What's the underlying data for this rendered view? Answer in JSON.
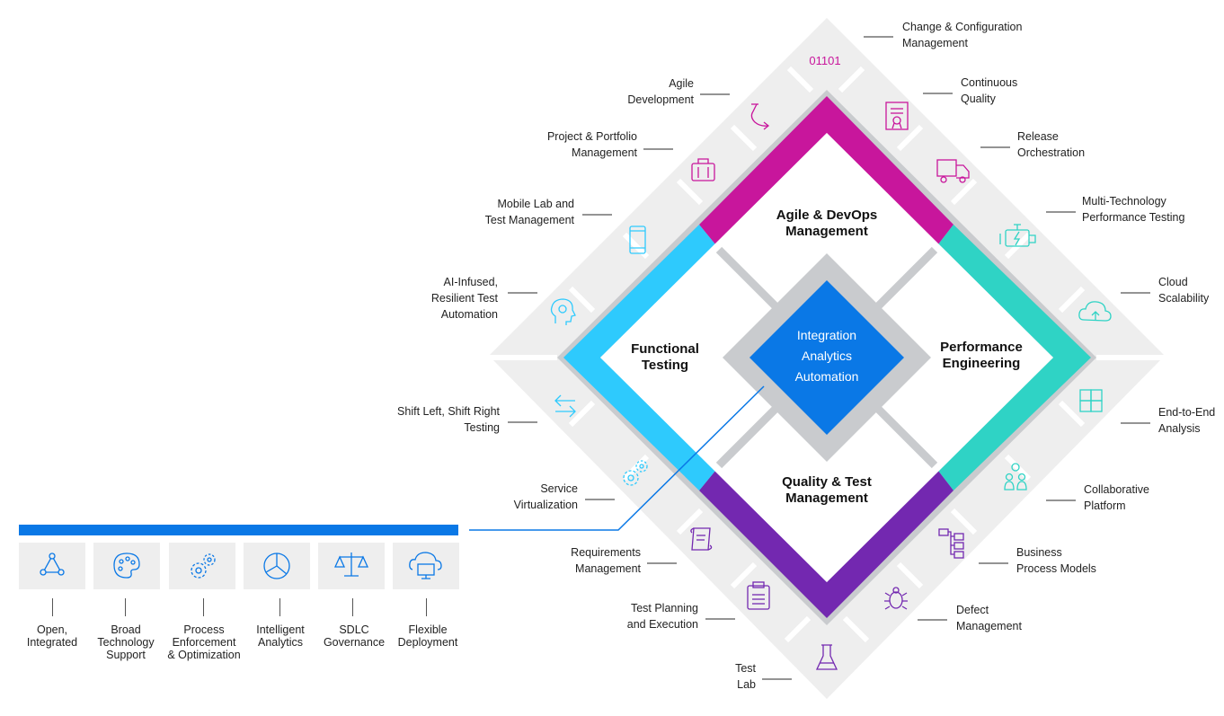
{
  "diagram": {
    "core": {
      "lines": [
        "Integration",
        "Analytics",
        "Automation"
      ],
      "color": "#0a78e6"
    },
    "quadrants": [
      {
        "id": "top",
        "label": "Agile & DevOps\nManagement",
        "color": "#c8169c"
      },
      {
        "id": "right",
        "label": "Performance\nEngineering",
        "color": "#2fd3c5"
      },
      {
        "id": "bottom",
        "label": "Quality & Test\nManagement",
        "color": "#7328b0"
      },
      {
        "id": "left",
        "label": "Functional\nTesting",
        "color": "#2ecafd"
      }
    ],
    "binary_text": "01101",
    "outer_labels": [
      {
        "id": "change-configuration-management",
        "text": "Change & Configuration\nManagement",
        "icon": "binary-icon"
      },
      {
        "id": "continuous-quality",
        "text": "Continuous\nQuality",
        "icon": "certificate-icon"
      },
      {
        "id": "release-orchestration",
        "text": "Release\nOrchestration",
        "icon": "truck-icon"
      },
      {
        "id": "multi-technology-performance-testing",
        "text": "Multi-Technology\nPerformance Testing",
        "icon": "engine-icon"
      },
      {
        "id": "cloud-scalability",
        "text": "Cloud\nScalability",
        "icon": "cloud-upload-icon"
      },
      {
        "id": "end-to-end-analysis",
        "text": "End-to-End\nAnalysis",
        "icon": "puzzle-icon"
      },
      {
        "id": "collaborative-platform",
        "text": "Collaborative\nPlatform",
        "icon": "team-icon"
      },
      {
        "id": "business-process-models",
        "text": "Business\nProcess Models",
        "icon": "flowchart-icon"
      },
      {
        "id": "defect-management",
        "text": "Defect\nManagement",
        "icon": "bug-icon"
      },
      {
        "id": "test-lab",
        "text": "Test\nLab",
        "icon": "flask-icon"
      },
      {
        "id": "test-planning-execution",
        "text": "Test Planning\nand Execution",
        "icon": "clipboard-icon"
      },
      {
        "id": "requirements-management",
        "text": "Requirements\nManagement",
        "icon": "scroll-icon"
      },
      {
        "id": "service-virtualization",
        "text": "Service\nVirtualization",
        "icon": "gears-icon"
      },
      {
        "id": "shift-left-shift-right-testing",
        "text": "Shift Left, Shift Right\nTesting",
        "icon": "arrows-left-right-icon"
      },
      {
        "id": "ai-infused-resilient-test-automation",
        "text": "AI-Infused,\nResilient Test\nAutomation",
        "icon": "brain-head-icon"
      },
      {
        "id": "mobile-lab-test-management",
        "text": "Mobile Lab and\nTest Management",
        "icon": "mobile-phone-icon"
      },
      {
        "id": "project-portfolio-management",
        "text": "Project & Portfolio\nManagement",
        "icon": "briefcase-icon"
      },
      {
        "id": "agile-development",
        "text": "Agile\nDevelopment",
        "icon": "agile-loop-icon"
      }
    ]
  },
  "foundation": {
    "bar_color": "#0a78e6",
    "items": [
      {
        "label": "Open,\nIntegrated",
        "icon": "network-triangle-icon"
      },
      {
        "label": "Broad\nTechnology\nSupport",
        "icon": "palette-icon"
      },
      {
        "label": "Process\nEnforcement\n& Optimization",
        "icon": "gears-icon"
      },
      {
        "label": "Intelligent\nAnalytics",
        "icon": "pie-chart-icon"
      },
      {
        "label": "SDLC\nGovernance",
        "icon": "scales-icon"
      },
      {
        "label": "Flexible\nDeployment",
        "icon": "cloud-monitor-icon"
      }
    ]
  }
}
